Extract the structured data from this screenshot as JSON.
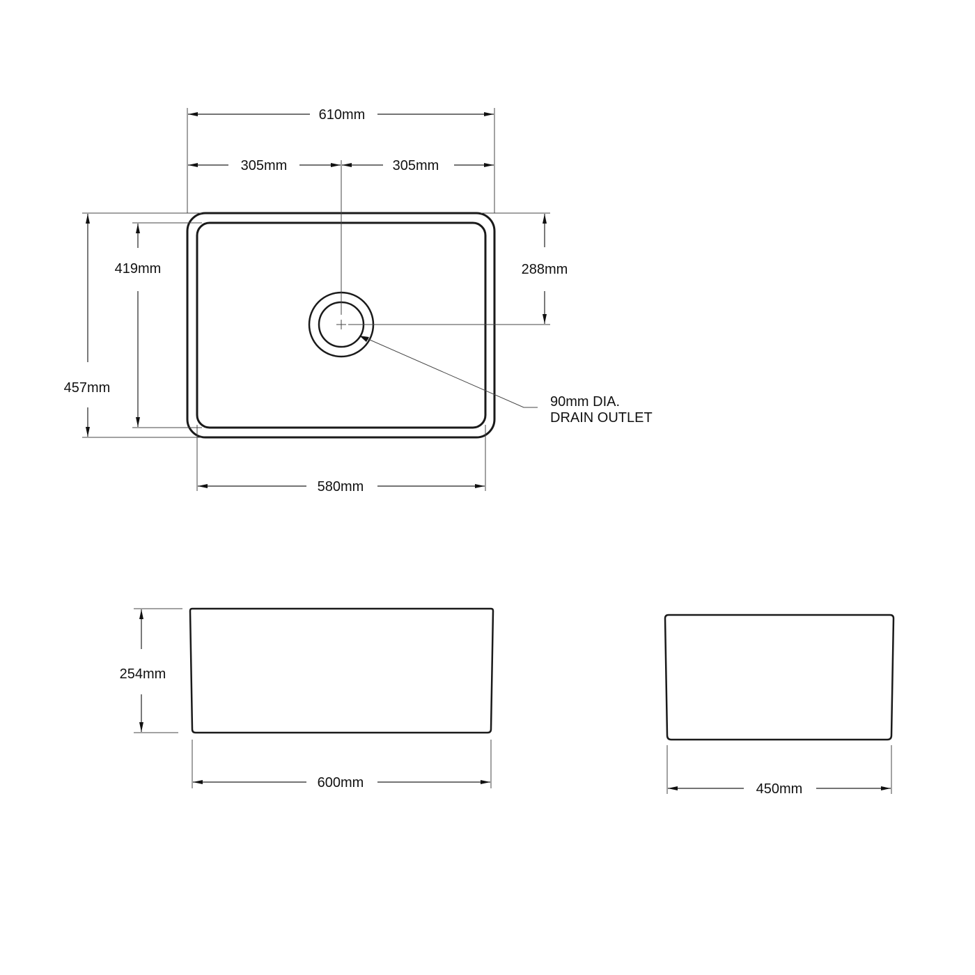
{
  "drawing": {
    "title": "Sink technical drawing",
    "line_color": "#1a1a1a",
    "background": "#ffffff",
    "plan_view": {
      "overall_width": "610mm",
      "half_width_left": "305mm",
      "half_width_right": "305mm",
      "overall_depth": "457mm",
      "inner_depth": "419mm",
      "drain_offset": "288mm",
      "inner_width": "580mm",
      "drain_note_line1": "90mm  DIA.",
      "drain_note_line2": "DRAIN OUTLET"
    },
    "front_view": {
      "height": "254mm",
      "width": "600mm"
    },
    "side_view": {
      "width": "450mm"
    }
  }
}
